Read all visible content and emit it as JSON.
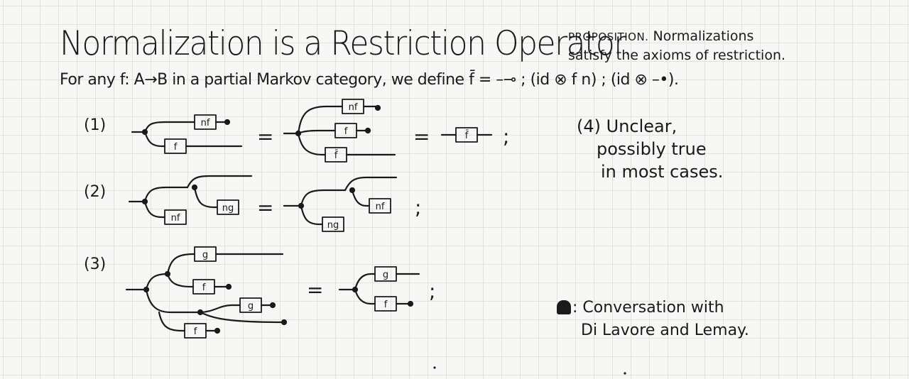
{
  "title": "Normalization is a Restriction Operator.",
  "intro": "For any f: A→B in a partial Markov category, we define f̄ = –⊸ ; (id ⊗ f n) ; (id ⊗ –•).",
  "proposition": {
    "heading": "PROPOSITION.",
    "line1": "Normalizations",
    "line2": "satisfy the axioms of restriction."
  },
  "axioms": [
    {
      "label": "(1)",
      "end": ";"
    },
    {
      "label": "(2)",
      "end": ";"
    },
    {
      "label": "(3)",
      "end": ";"
    }
  ],
  "equals_sign": "=",
  "boxes": {
    "f": "f",
    "g": "g",
    "nf": "nf",
    "ng": "ng",
    "fbar": "f̄"
  },
  "note4": {
    "line1": "(4) Unclear,",
    "line2": "possibly true",
    "line3": "in most cases."
  },
  "conversation": {
    "line1": ": Conversation with",
    "line2": "Di Lavore and Lemay."
  }
}
